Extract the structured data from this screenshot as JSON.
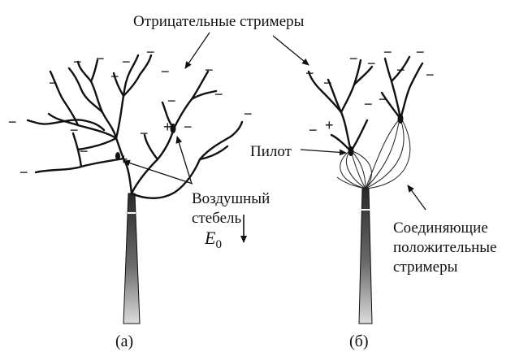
{
  "labels": {
    "negative_streamers": "Отрицательные стримеры",
    "pilot": "Пилот",
    "air_stem_line1": "Воздушный",
    "air_stem_line2": "стебель",
    "connecting_line1": "Соединяющие",
    "connecting_line2": "положительные",
    "connecting_line3": "стримеры",
    "field_symbol": "E",
    "field_subscript": "0",
    "panel_a": "(а)",
    "panel_b": "(б)"
  },
  "signs": {
    "minus": "−",
    "plus": "+"
  }
}
